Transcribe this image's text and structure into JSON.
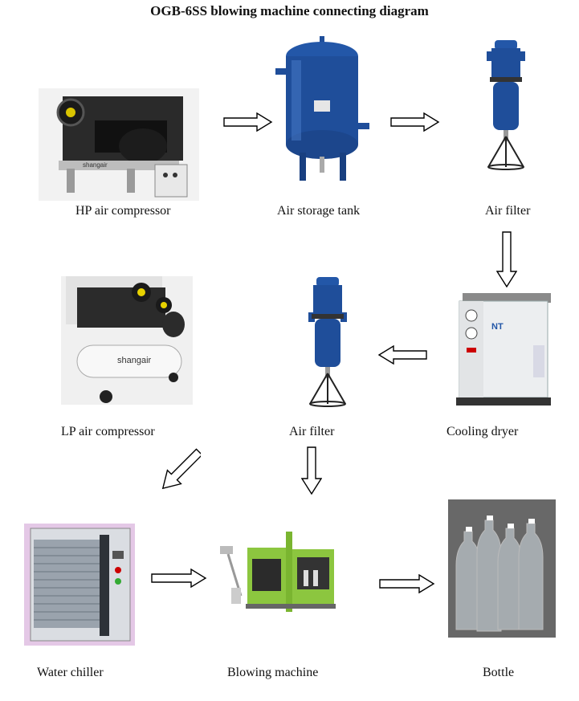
{
  "title": "OGB-6SS blowing machine connecting diagram",
  "nodes": {
    "hp_compressor": {
      "label": "HP air compressor",
      "brand": "shangair"
    },
    "storage_tank": {
      "label": "Air storage tank"
    },
    "filter_top": {
      "label": "Air filter"
    },
    "cooling_dryer": {
      "label": "Cooling dryer",
      "brand": "NT"
    },
    "filter_mid": {
      "label": "Air filter"
    },
    "lp_compressor": {
      "label": "LP air compressor",
      "brand": "shangair"
    },
    "water_chiller": {
      "label": "Water chiller"
    },
    "blowing_machine": {
      "label": "Blowing machine"
    },
    "bottle": {
      "label": "Bottle"
    }
  },
  "colors": {
    "tank_blue": "#1f4e9a",
    "arrow_stroke": "#000000",
    "machine_green": "#8cc63f",
    "chiller_panel": "#d9dde3"
  }
}
